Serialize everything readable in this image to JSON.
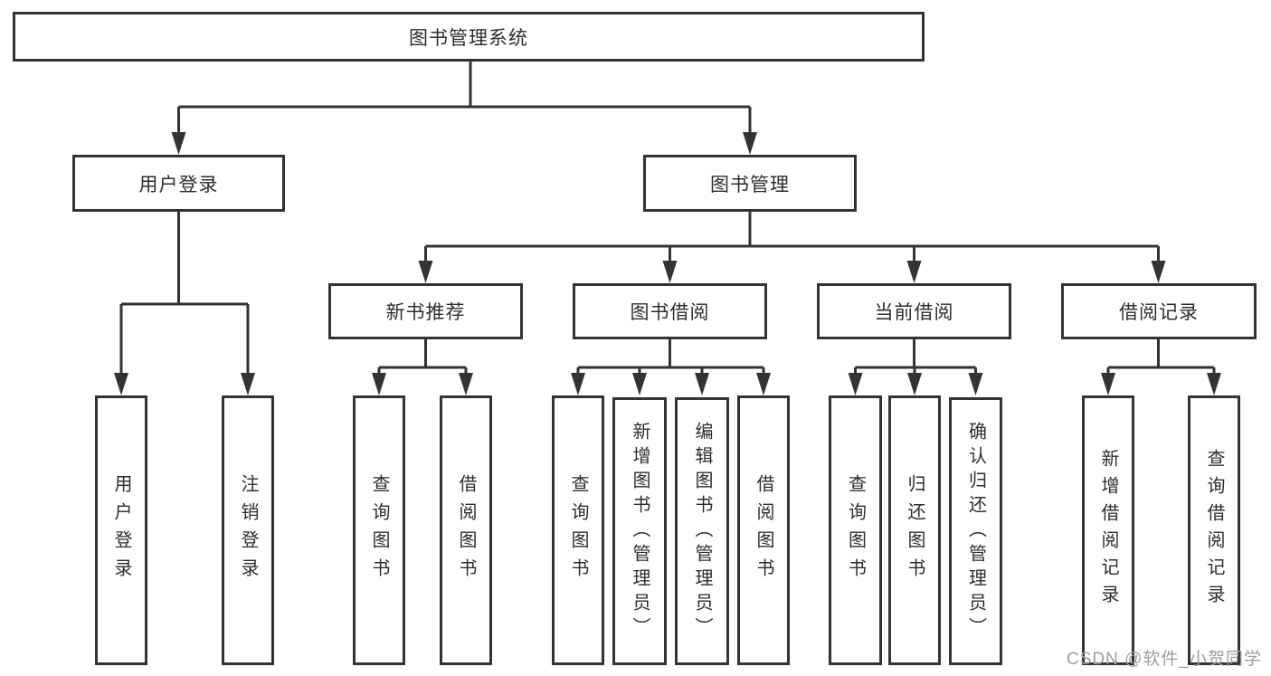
{
  "diagram_title": "图书管理系统",
  "watermark": "CSDN @软件_小贺同学",
  "colors": {
    "line": "#333333",
    "box_border": "#333333",
    "text": "#2d2d2d",
    "background": "#ffffff",
    "watermark": "#9e9e9e"
  },
  "nodes": {
    "root": "图书管理系统",
    "user_login": "用户登录",
    "book_mgmt": "图书管理",
    "new_book": "新书推荐",
    "book_borrow": "图书借阅",
    "current_borrow": "当前借阅",
    "borrow_record": "借阅记录",
    "user_login_leaf": "用户登录",
    "logout_leaf": "注销登录",
    "nb_query": "查询图书",
    "nb_borrow": "借阅图书",
    "bb_query": "查询图书",
    "bb_add": "新增图书（管理员）",
    "bb_edit": "编辑图书（管理员）",
    "bb_borrow": "借阅图书",
    "cb_query": "查询图书",
    "cb_return": "归还图书",
    "cb_confirm": "确认归还（管理员）",
    "br_add": "新增借阅记录",
    "br_query": "查询借阅记录"
  },
  "structure": {
    "图书管理系统": {
      "用户登录": [
        "用户登录",
        "注销登录"
      ],
      "图书管理": {
        "新书推荐": [
          "查询图书",
          "借阅图书"
        ],
        "图书借阅": [
          "查询图书",
          "新增图书（管理员）",
          "编辑图书（管理员）",
          "借阅图书"
        ],
        "当前借阅": [
          "查询图书",
          "归还图书",
          "确认归还（管理员）"
        ],
        "借阅记录": [
          "新增借阅记录",
          "查询借阅记录"
        ]
      }
    }
  }
}
